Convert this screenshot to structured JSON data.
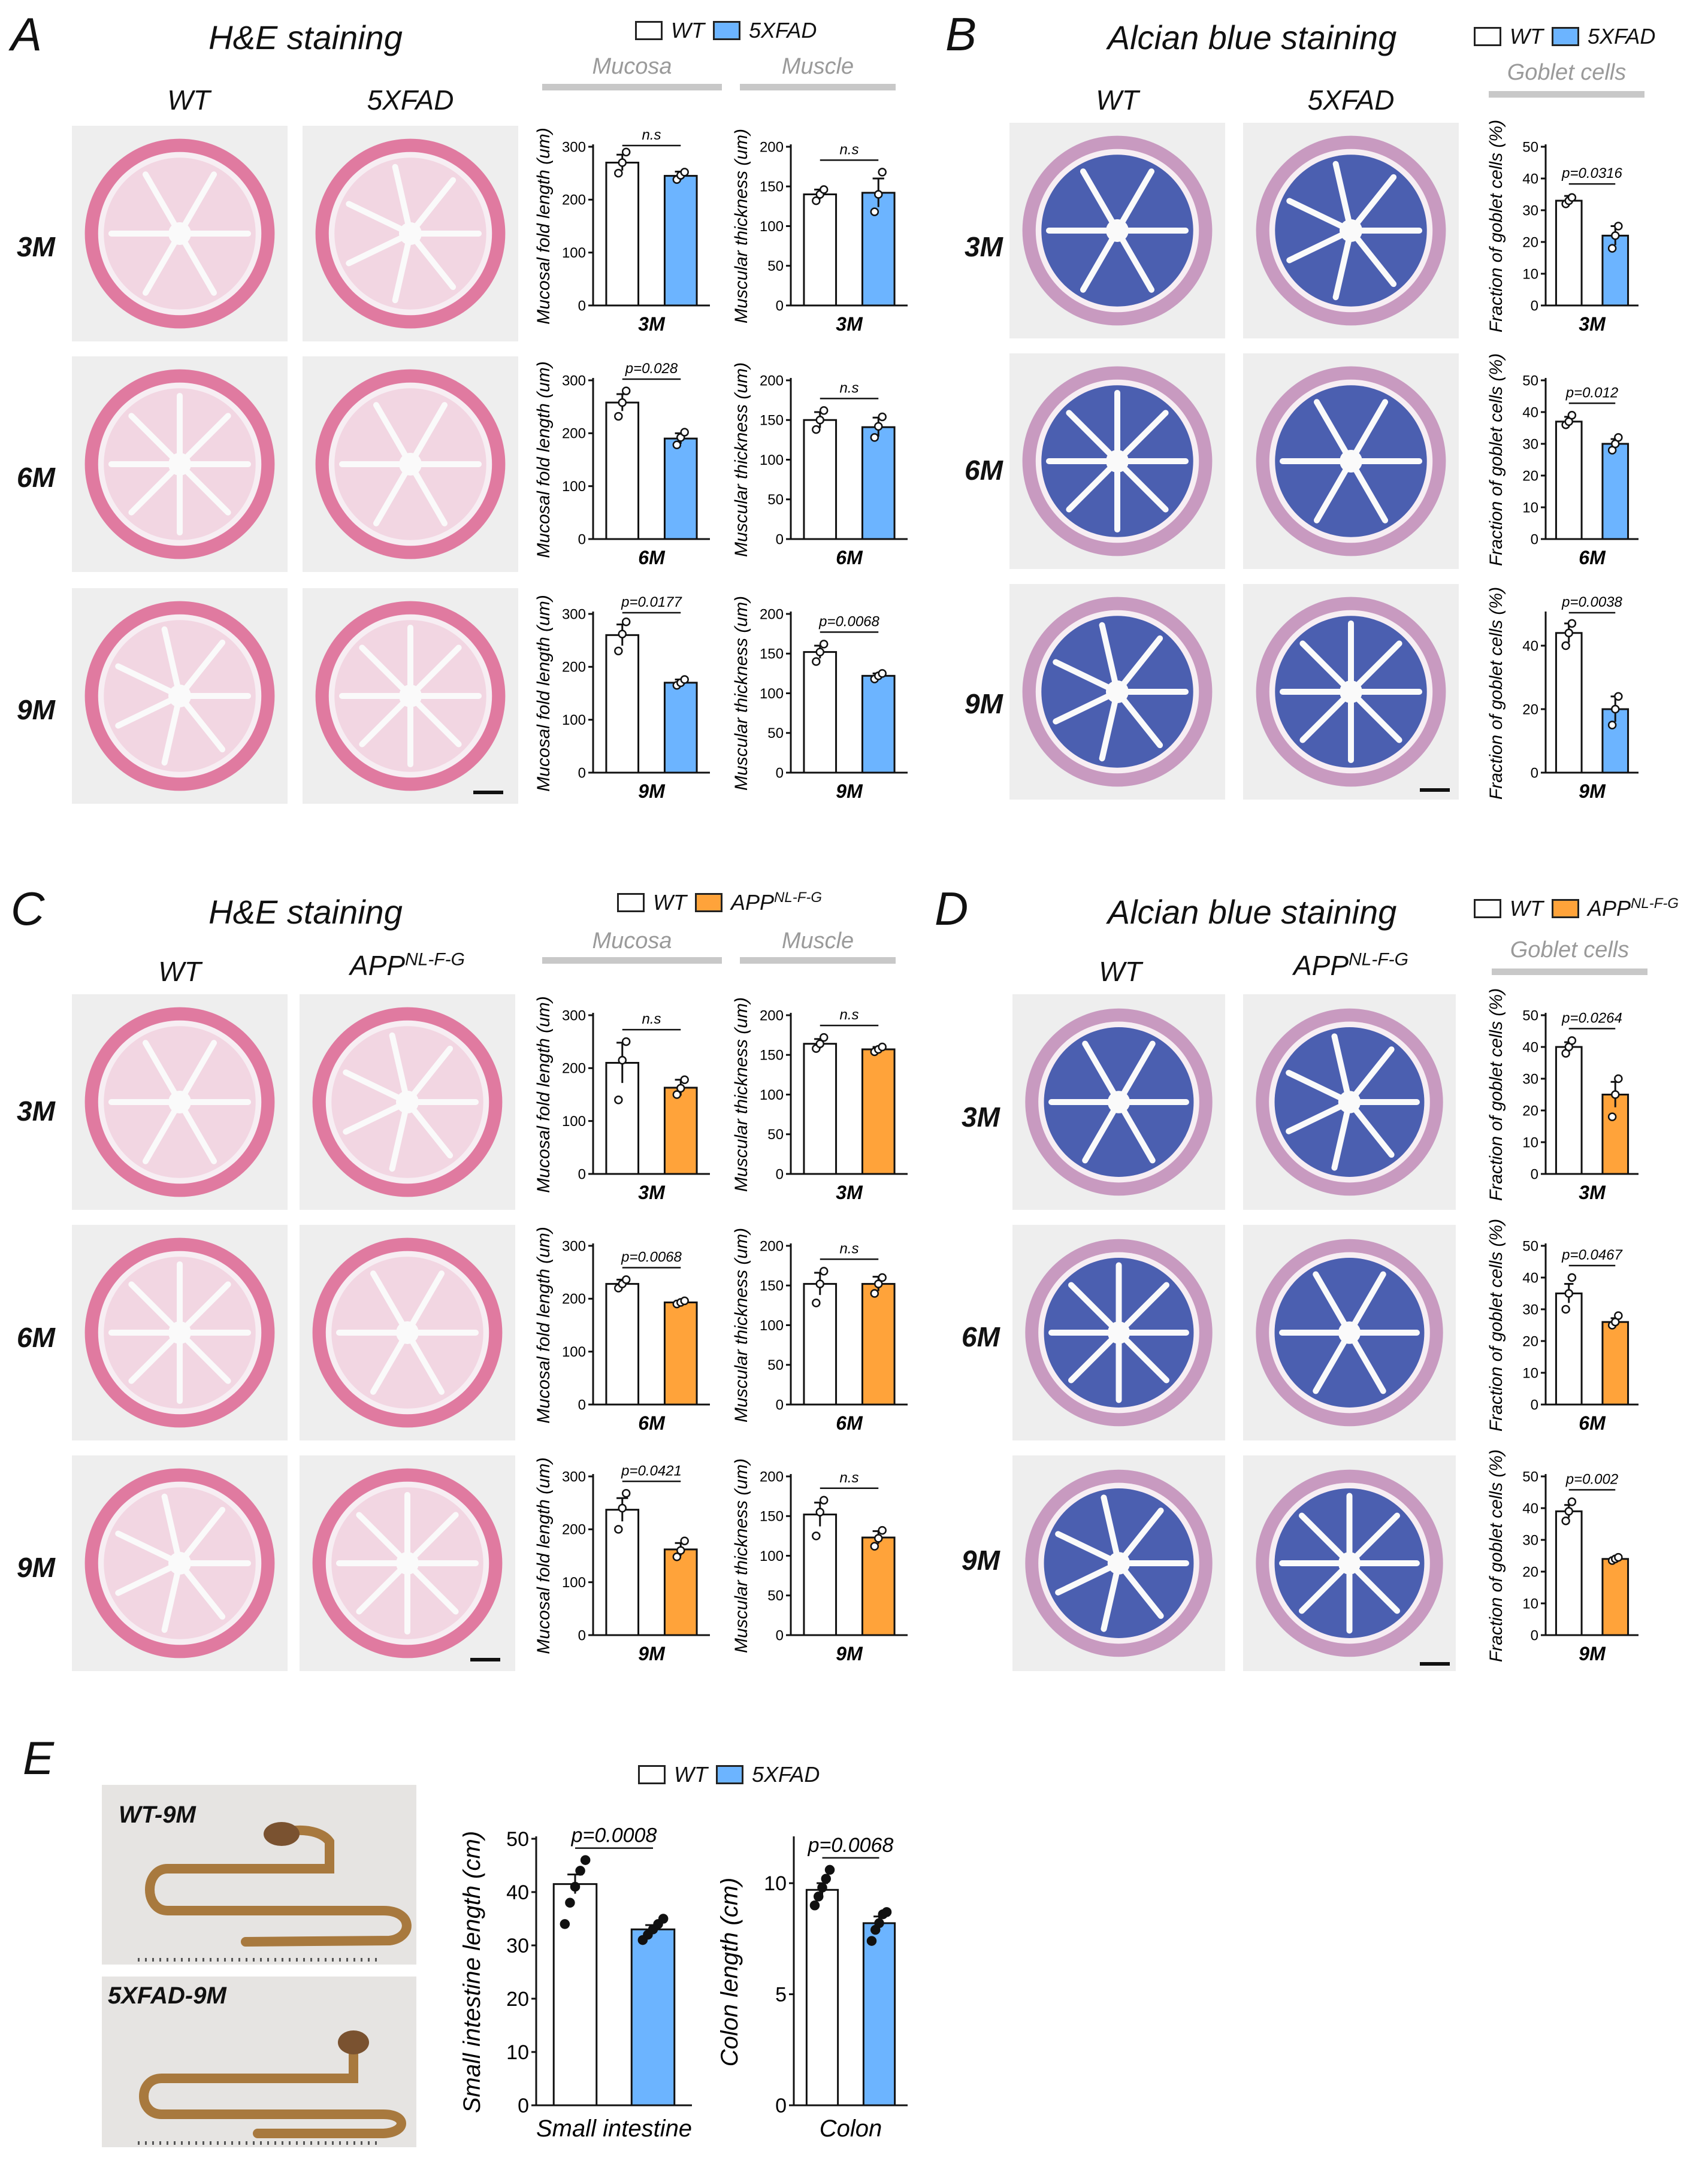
{
  "panels": {
    "A": {
      "letter": "A",
      "title": "H&E staining",
      "legend": {
        "wt": "WT",
        "mut": "5XFAD",
        "mut_sup": ""
      },
      "cols": [
        "WT",
        "5XFAD"
      ],
      "rows": [
        "3M",
        "6M",
        "9M"
      ],
      "sections": [
        "Mucosa",
        "Muscle"
      ]
    },
    "B": {
      "letter": "B",
      "title": "Alcian blue staining",
      "legend": {
        "wt": "WT",
        "mut": "5XFAD",
        "mut_sup": ""
      },
      "cols": [
        "WT",
        "5XFAD"
      ],
      "rows": [
        "3M",
        "6M",
        "9M"
      ],
      "sections": [
        "Goblet cells"
      ]
    },
    "C": {
      "letter": "C",
      "title": "H&E staining",
      "legend": {
        "wt": "WT",
        "mut": "APP",
        "mut_sup": "NL-F-G"
      },
      "cols": [
        "WT",
        "APP"
      ],
      "col_sup": "NL-F-G",
      "rows": [
        "3M",
        "6M",
        "9M"
      ],
      "sections": [
        "Mucosa",
        "Muscle"
      ]
    },
    "D": {
      "letter": "D",
      "title": "Alcian blue staining",
      "legend": {
        "wt": "WT",
        "mut": "APP",
        "mut_sup": "NL-F-G"
      },
      "cols": [
        "WT",
        "APP"
      ],
      "col_sup": "NL-F-G",
      "rows": [
        "3M",
        "6M",
        "9M"
      ],
      "sections": [
        "Goblet cells"
      ]
    },
    "E": {
      "letter": "E",
      "legend": {
        "wt": "WT",
        "mut": "5XFAD",
        "mut_sup": ""
      },
      "photo_labels": [
        "WT-9M",
        "5XFAD-9M"
      ]
    }
  },
  "colors": {
    "wt": "#ffffff",
    "fad": "#6cb4ff",
    "app": "#ffa33a",
    "he": "#e07aa0",
    "ab": "#4b5fb0"
  },
  "chart_data": [
    {
      "id": "A-muc-3M",
      "type": "bar",
      "ylabel": "Mucosal fold length (um)",
      "xlabel": "3M",
      "ylim": [
        0,
        300
      ],
      "yticks": [
        0,
        100,
        200,
        300
      ],
      "sig": "n.s",
      "categories": [
        "WT",
        "5XFAD"
      ],
      "values": [
        270,
        245
      ],
      "errors": [
        15,
        8
      ],
      "points": [
        [
          250,
          270,
          290
        ],
        [
          238,
          246,
          252
        ]
      ],
      "colors": [
        "#ffffff",
        "#6cb4ff"
      ]
    },
    {
      "id": "A-mus-3M",
      "type": "bar",
      "ylabel": "Muscular thickness (um)",
      "xlabel": "3M",
      "ylim": [
        0,
        200
      ],
      "yticks": [
        0,
        50,
        100,
        150,
        200
      ],
      "sig": "n.s",
      "categories": [
        "WT",
        "5XFAD"
      ],
      "values": [
        140,
        142
      ],
      "errors": [
        6,
        18
      ],
      "points": [
        [
          132,
          140,
          146
        ],
        [
          118,
          140,
          168
        ]
      ],
      "colors": [
        "#ffffff",
        "#6cb4ff"
      ]
    },
    {
      "id": "A-muc-6M",
      "type": "bar",
      "ylabel": "Mucosal fold length (um)",
      "xlabel": "6M",
      "ylim": [
        0,
        300
      ],
      "yticks": [
        0,
        100,
        200,
        300
      ],
      "sig": "p=0.028",
      "categories": [
        "WT",
        "5XFAD"
      ],
      "values": [
        258,
        190
      ],
      "errors": [
        16,
        10
      ],
      "points": [
        [
          232,
          258,
          280
        ],
        [
          178,
          192,
          202
        ]
      ],
      "colors": [
        "#ffffff",
        "#6cb4ff"
      ]
    },
    {
      "id": "A-mus-6M",
      "type": "bar",
      "ylabel": "Muscular thickness (um)",
      "xlabel": "6M",
      "ylim": [
        0,
        200
      ],
      "yticks": [
        0,
        50,
        100,
        150,
        200
      ],
      "sig": "n.s",
      "categories": [
        "WT",
        "5XFAD"
      ],
      "values": [
        150,
        141
      ],
      "errors": [
        10,
        12
      ],
      "points": [
        [
          138,
          150,
          162
        ],
        [
          128,
          142,
          154
        ]
      ],
      "colors": [
        "#ffffff",
        "#6cb4ff"
      ]
    },
    {
      "id": "A-muc-9M",
      "type": "bar",
      "ylabel": "Mucosal fold length (um)",
      "xlabel": "9M",
      "ylim": [
        0,
        300
      ],
      "yticks": [
        0,
        100,
        200,
        300
      ],
      "sig": "p=0.0177",
      "categories": [
        "WT",
        "5XFAD"
      ],
      "values": [
        260,
        170
      ],
      "errors": [
        20,
        6
      ],
      "points": [
        [
          230,
          262,
          285
        ],
        [
          165,
          170,
          176
        ]
      ],
      "colors": [
        "#ffffff",
        "#6cb4ff"
      ]
    },
    {
      "id": "A-mus-9M",
      "type": "bar",
      "ylabel": "Muscular thickness (um)",
      "xlabel": "9M",
      "ylim": [
        0,
        200
      ],
      "yticks": [
        0,
        50,
        100,
        150,
        200
      ],
      "sig": "p=0.0068",
      "categories": [
        "WT",
        "5XFAD"
      ],
      "values": [
        152,
        122
      ],
      "errors": [
        8,
        3
      ],
      "points": [
        [
          140,
          152,
          162
        ],
        [
          118,
          122,
          125
        ]
      ],
      "colors": [
        "#ffffff",
        "#6cb4ff"
      ]
    },
    {
      "id": "B-3M",
      "type": "bar",
      "ylabel": "Fraction of goblet cells (%)",
      "xlabel": "3M",
      "ylim": [
        0,
        50
      ],
      "yticks": [
        0,
        10,
        20,
        30,
        40,
        50
      ],
      "sig": "p=0.0316",
      "categories": [
        "WT",
        "5XFAD"
      ],
      "values": [
        33,
        22
      ],
      "errors": [
        1.5,
        3
      ],
      "points": [
        [
          32,
          33,
          34
        ],
        [
          18,
          22,
          25
        ]
      ],
      "colors": [
        "#ffffff",
        "#6cb4ff"
      ]
    },
    {
      "id": "B-6M",
      "type": "bar",
      "ylabel": "Fraction of goblet cells (%)",
      "xlabel": "6M",
      "ylim": [
        0,
        50
      ],
      "yticks": [
        0,
        10,
        20,
        30,
        40,
        50
      ],
      "sig": "p=0.012",
      "categories": [
        "WT",
        "5XFAD"
      ],
      "values": [
        37,
        30
      ],
      "errors": [
        1.5,
        1.5
      ],
      "points": [
        [
          36,
          37,
          39
        ],
        [
          28,
          30,
          32
        ]
      ],
      "colors": [
        "#ffffff",
        "#6cb4ff"
      ]
    },
    {
      "id": "B-9M",
      "type": "bar",
      "ylabel": "Fraction of goblet cells (%)",
      "xlabel": "9M",
      "ylim": [
        0,
        50
      ],
      "yticks": [
        0,
        20,
        40
      ],
      "sig": "p=0.0038",
      "categories": [
        "WT",
        "5XFAD"
      ],
      "values": [
        44,
        20
      ],
      "errors": [
        3,
        4
      ],
      "points": [
        [
          40,
          44,
          47
        ],
        [
          15,
          20,
          24
        ]
      ],
      "colors": [
        "#ffffff",
        "#6cb4ff"
      ]
    },
    {
      "id": "C-muc-3M",
      "type": "bar",
      "ylabel": "Mucosal fold length (um)",
      "xlabel": "3M",
      "ylim": [
        0,
        300
      ],
      "yticks": [
        0,
        100,
        200,
        300
      ],
      "sig": "n.s",
      "categories": [
        "WT",
        "APP NL-F-G"
      ],
      "values": [
        210,
        163
      ],
      "errors": [
        38,
        15
      ],
      "points": [
        [
          140,
          215,
          250
        ],
        [
          150,
          162,
          178
        ]
      ],
      "colors": [
        "#ffffff",
        "#ffa33a"
      ]
    },
    {
      "id": "C-mus-3M",
      "type": "bar",
      "ylabel": "Muscular thickness (um)",
      "xlabel": "3M",
      "ylim": [
        0,
        200
      ],
      "yticks": [
        0,
        50,
        100,
        150,
        200
      ],
      "sig": "n.s",
      "categories": [
        "WT",
        "APP NL-F-G"
      ],
      "values": [
        164,
        157
      ],
      "errors": [
        6,
        3
      ],
      "points": [
        [
          158,
          164,
          172
        ],
        [
          154,
          157,
          160
        ]
      ],
      "colors": [
        "#ffffff",
        "#ffa33a"
      ]
    },
    {
      "id": "C-muc-6M",
      "type": "bar",
      "ylabel": "Mucosal fold length (um)",
      "xlabel": "6M",
      "ylim": [
        0,
        300
      ],
      "yticks": [
        0,
        100,
        200,
        300
      ],
      "sig": "p=0.0068",
      "categories": [
        "WT",
        "APP NL-F-G"
      ],
      "values": [
        228,
        193
      ],
      "errors": [
        8,
        3
      ],
      "points": [
        [
          220,
          228,
          236
        ],
        [
          190,
          193,
          196
        ]
      ],
      "colors": [
        "#ffffff",
        "#ffa33a"
      ]
    },
    {
      "id": "C-mus-6M",
      "type": "bar",
      "ylabel": "Muscular thickness (um)",
      "xlabel": "6M",
      "ylim": [
        0,
        200
      ],
      "yticks": [
        0,
        50,
        100,
        150,
        200
      ],
      "sig": "n.s",
      "categories": [
        "WT",
        "APP NL-F-G"
      ],
      "values": [
        152,
        152
      ],
      "errors": [
        14,
        9
      ],
      "points": [
        [
          128,
          152,
          168
        ],
        [
          140,
          152,
          160
        ]
      ],
      "colors": [
        "#ffffff",
        "#ffa33a"
      ]
    },
    {
      "id": "C-muc-9M",
      "type": "bar",
      "ylabel": "Mucosal fold length (um)",
      "xlabel": "9M",
      "ylim": [
        0,
        300
      ],
      "yticks": [
        0,
        100,
        200,
        300
      ],
      "sig": "p=0.0421",
      "categories": [
        "WT",
        "APP NL-F-G"
      ],
      "values": [
        237,
        162
      ],
      "errors": [
        22,
        12
      ],
      "points": [
        [
          200,
          240,
          268
        ],
        [
          148,
          160,
          178
        ]
      ],
      "colors": [
        "#ffffff",
        "#ffa33a"
      ]
    },
    {
      "id": "C-mus-9M",
      "type": "bar",
      "ylabel": "Muscular thickness (um)",
      "xlabel": "9M",
      "ylim": [
        0,
        200
      ],
      "yticks": [
        0,
        50,
        100,
        150,
        200
      ],
      "sig": "n.s",
      "categories": [
        "WT",
        "APP NL-F-G"
      ],
      "values": [
        152,
        123
      ],
      "errors": [
        15,
        8
      ],
      "points": [
        [
          125,
          155,
          170
        ],
        [
          112,
          122,
          132
        ]
      ],
      "colors": [
        "#ffffff",
        "#ffa33a"
      ]
    },
    {
      "id": "D-3M",
      "type": "bar",
      "ylabel": "Fraction of goblet cells (%)",
      "xlabel": "3M",
      "ylim": [
        0,
        50
      ],
      "yticks": [
        0,
        10,
        20,
        30,
        40,
        50
      ],
      "sig": "p=0.0264",
      "categories": [
        "WT",
        "APP NL-F-G"
      ],
      "values": [
        40,
        25
      ],
      "errors": [
        1.5,
        4
      ],
      "points": [
        [
          38,
          40,
          42
        ],
        [
          18,
          25,
          30
        ]
      ],
      "colors": [
        "#ffffff",
        "#ffa33a"
      ]
    },
    {
      "id": "D-6M",
      "type": "bar",
      "ylabel": "Fraction of goblet cells (%)",
      "xlabel": "6M",
      "ylim": [
        0,
        50
      ],
      "yticks": [
        0,
        10,
        20,
        30,
        40,
        50
      ],
      "sig": "p=0.0467",
      "categories": [
        "WT",
        "APP NL-F-G"
      ],
      "values": [
        35,
        26
      ],
      "errors": [
        3,
        1.2
      ],
      "points": [
        [
          30,
          35,
          40
        ],
        [
          25,
          26,
          28
        ]
      ],
      "colors": [
        "#ffffff",
        "#ffa33a"
      ]
    },
    {
      "id": "D-9M",
      "type": "bar",
      "ylabel": "Fraction of goblet cells (%)",
      "xlabel": "9M",
      "ylim": [
        0,
        50
      ],
      "yticks": [
        0,
        10,
        20,
        30,
        40,
        50
      ],
      "sig": "p=0.002",
      "categories": [
        "WT",
        "APP NL-F-G"
      ],
      "values": [
        39,
        24
      ],
      "errors": [
        2,
        0.5
      ],
      "points": [
        [
          36,
          39,
          42
        ],
        [
          23.5,
          24,
          24.5
        ]
      ],
      "colors": [
        "#ffffff",
        "#ffa33a"
      ]
    },
    {
      "id": "E-si",
      "type": "bar",
      "ylabel": "Small intestine length (cm)",
      "xlabel": "Small intestine",
      "ylim": [
        0,
        50
      ],
      "yticks": [
        0,
        10,
        20,
        30,
        40,
        50
      ],
      "sig": "p=0.0008",
      "categories": [
        "WT",
        "5XFAD"
      ],
      "values": [
        41.5,
        33
      ],
      "errors": [
        1.8,
        0.8
      ],
      "points": [
        [
          34,
          38,
          41,
          44,
          46
        ],
        [
          31,
          32,
          33,
          34,
          35
        ]
      ],
      "colors": [
        "#ffffff",
        "#6cb4ff"
      ]
    },
    {
      "id": "E-colon",
      "type": "bar",
      "ylabel": "Colon length (cm)",
      "xlabel": "Colon",
      "ylim": [
        0,
        12
      ],
      "yticks": [
        0,
        5,
        10
      ],
      "sig": "p=0.0068",
      "categories": [
        "WT",
        "5XFAD"
      ],
      "values": [
        9.7,
        8.2
      ],
      "errors": [
        0.3,
        0.3
      ],
      "points": [
        [
          9.0,
          9.4,
          9.8,
          10.2,
          10.6
        ],
        [
          7.4,
          7.9,
          8.2,
          8.6,
          8.7
        ]
      ],
      "colors": [
        "#ffffff",
        "#6cb4ff"
      ]
    }
  ]
}
